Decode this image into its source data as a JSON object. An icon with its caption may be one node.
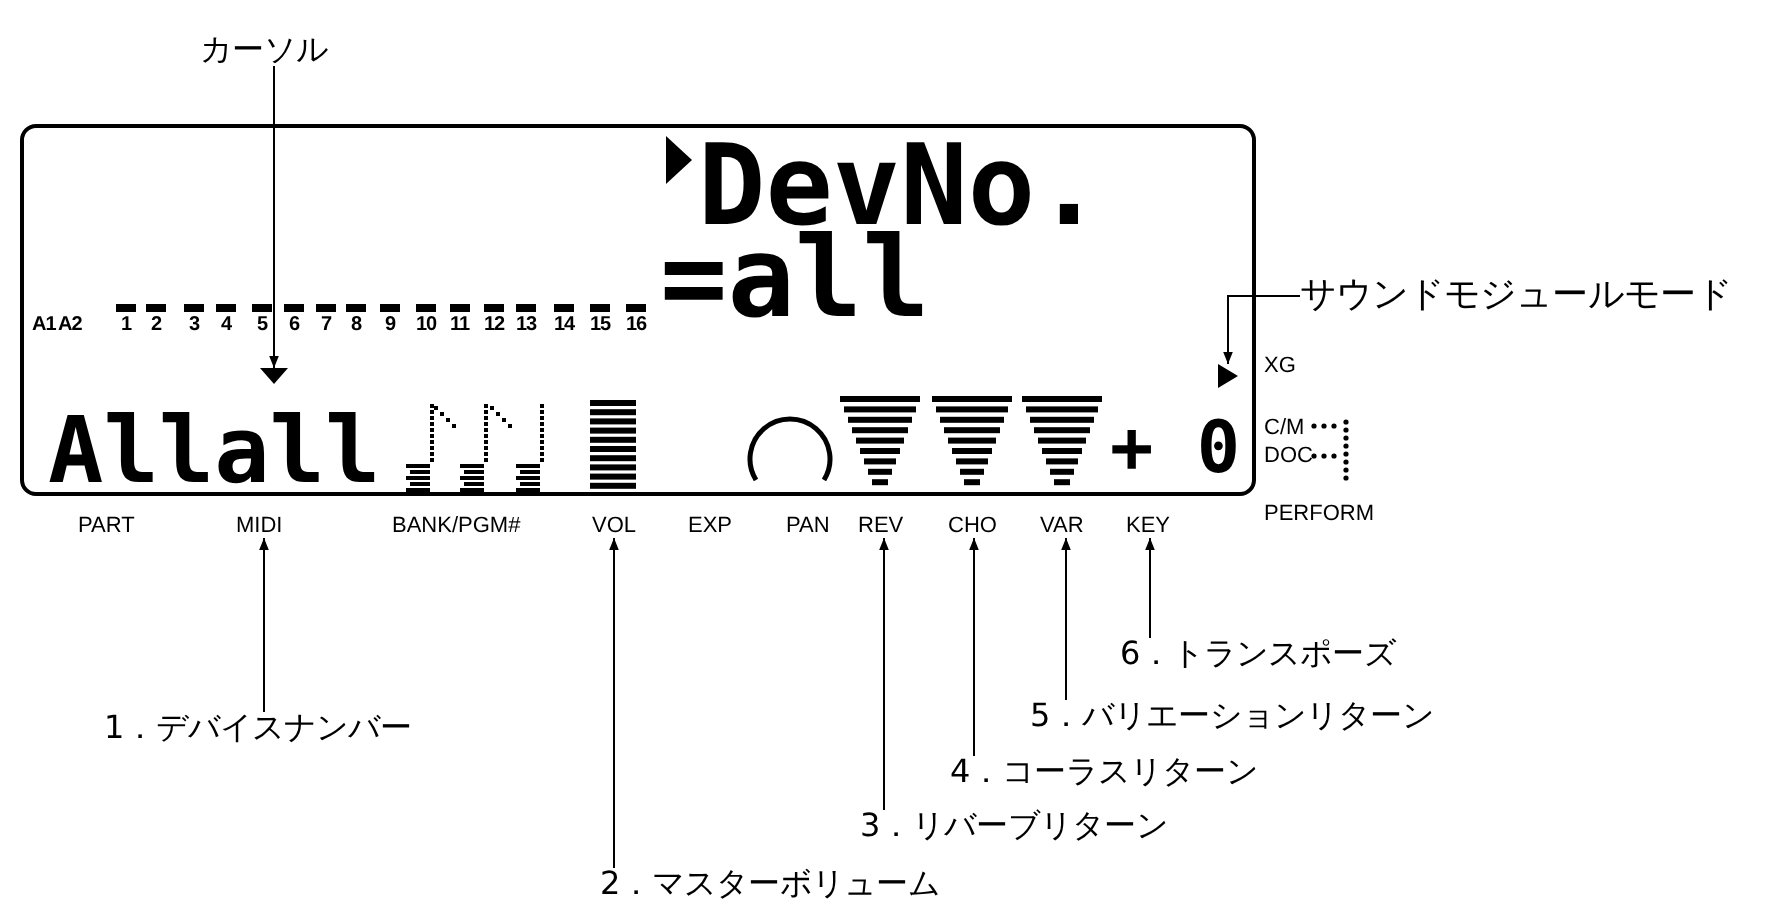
{
  "diagram": {
    "nodes": [
      {
        "text": [
          "DevNo.",
          "=all",
          "Allall",
          "+ 0"
        ]
      },
      {
        "text": [
          "カーソル"
        ]
      },
      {
        "text": [],
        "shape": "triangle",
        "in": 0
      },
      {
        "text": [
          "サウンドモジュールモード"
        ]
      },
      {
        "text": [],
        "shape": "triangle",
        "in": 0
      },
      {
        "text": [
          "MIDI"
        ]
      },
      {
        "text": [
          "VOL"
        ]
      },
      {
        "text": [
          "REV"
        ]
      },
      {
        "text": [
          "CHO"
        ]
      },
      {
        "text": [
          "VAR"
        ]
      },
      {
        "text": [
          "KEY"
        ]
      },
      {
        "text": [
          "1．デバイスナンバー"
        ]
      },
      {
        "text": [
          "2．マスターボリューム"
        ]
      },
      {
        "text": [
          "3．リバーブリターン"
        ]
      },
      {
        "text": [
          "4．コーラスリターン"
        ]
      },
      {
        "text": [
          "5．バリエーションリターン"
        ]
      },
      {
        "text": [
          "6．トランスポーズ"
        ]
      }
    ],
    "edges": [
      {
        "from": 1,
        "to": 2,
        "arrow": "to"
      },
      {
        "from": 3,
        "to": 4,
        "arrow": "to"
      },
      {
        "from": 11,
        "to": 5,
        "arrow": "to"
      },
      {
        "from": 12,
        "to": 6,
        "arrow": "to"
      },
      {
        "from": 13,
        "to": 7,
        "arrow": "to"
      },
      {
        "from": 14,
        "to": 8,
        "arrow": "to"
      },
      {
        "from": 15,
        "to": 9,
        "arrow": "to"
      },
      {
        "from": 16,
        "to": 10,
        "arrow": "to"
      }
    ],
    "labels": [
      "A1",
      "A2",
      "1",
      "2",
      "3",
      "4",
      "5",
      "6",
      "7",
      "8",
      "9",
      "10",
      "11",
      "12",
      "13",
      "14",
      "15",
      "16",
      "XG",
      "C/M",
      "DOC",
      "PART",
      "BANK/PGM#",
      "EXP",
      "PAN",
      "PERFORM"
    ]
  }
}
